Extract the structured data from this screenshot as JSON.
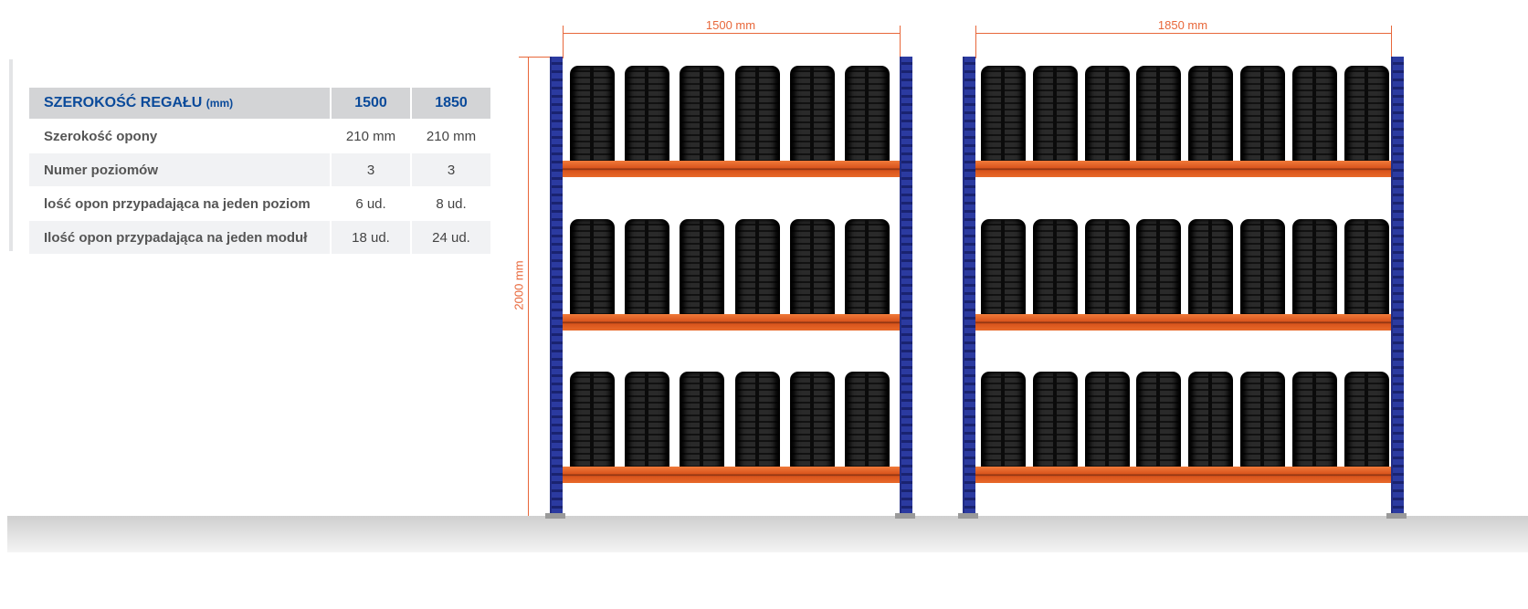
{
  "table": {
    "header": {
      "label": "SZEROKOŚĆ REGAŁU",
      "unit": "(mm)",
      "col1": "1500",
      "col2": "1850"
    },
    "rows": [
      {
        "label": "Szerokość opony",
        "col1": "210 mm",
        "col2": "210 mm"
      },
      {
        "label": "Numer poziomów",
        "col1": "3",
        "col2": "3"
      },
      {
        "label": "lość opon  przypadająca na jeden poziom",
        "col1": "6 ud.",
        "col2": "8 ud."
      },
      {
        "label": "Ilość opon przypadająca na jeden moduł",
        "col1": "18 ud.",
        "col2": "24 ud."
      }
    ]
  },
  "diagram": {
    "height_label": "2000 mm",
    "racks": [
      {
        "width_label": "1500 mm",
        "tires_per_level": 6,
        "levels": 3
      },
      {
        "width_label": "1850 mm",
        "tires_per_level": 8,
        "levels": 3
      }
    ],
    "colors": {
      "dimension": "#e8673a",
      "upright": "#2b3aa0",
      "beam": "#e0621f"
    }
  }
}
